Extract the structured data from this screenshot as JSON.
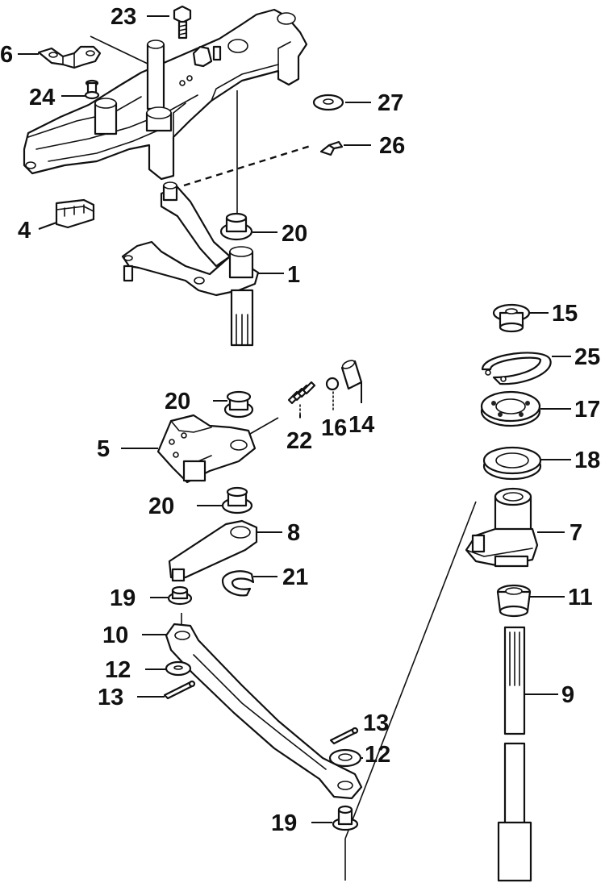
{
  "callouts": [
    {
      "id": "1",
      "text": "1"
    },
    {
      "id": "4",
      "text": "4"
    },
    {
      "id": "5",
      "text": "5"
    },
    {
      "id": "6",
      "text": "6"
    },
    {
      "id": "7",
      "text": "7"
    },
    {
      "id": "8",
      "text": "8"
    },
    {
      "id": "9",
      "text": "9"
    },
    {
      "id": "10",
      "text": "10"
    },
    {
      "id": "11",
      "text": "11"
    },
    {
      "id": "12a",
      "text": "12"
    },
    {
      "id": "12b",
      "text": "12"
    },
    {
      "id": "13a",
      "text": "13"
    },
    {
      "id": "13b",
      "text": "13"
    },
    {
      "id": "14",
      "text": "14"
    },
    {
      "id": "15",
      "text": "15"
    },
    {
      "id": "16",
      "text": "16"
    },
    {
      "id": "17",
      "text": "17"
    },
    {
      "id": "18",
      "text": "18"
    },
    {
      "id": "19a",
      "text": "19"
    },
    {
      "id": "19b",
      "text": "19"
    },
    {
      "id": "20a",
      "text": "20"
    },
    {
      "id": "20b",
      "text": "20"
    },
    {
      "id": "20c",
      "text": "20"
    },
    {
      "id": "21",
      "text": "21"
    },
    {
      "id": "22",
      "text": "22"
    },
    {
      "id": "23",
      "text": "23"
    },
    {
      "id": "24",
      "text": "24"
    },
    {
      "id": "25",
      "text": "25"
    },
    {
      "id": "26",
      "text": "26"
    },
    {
      "id": "27",
      "text": "27"
    }
  ]
}
